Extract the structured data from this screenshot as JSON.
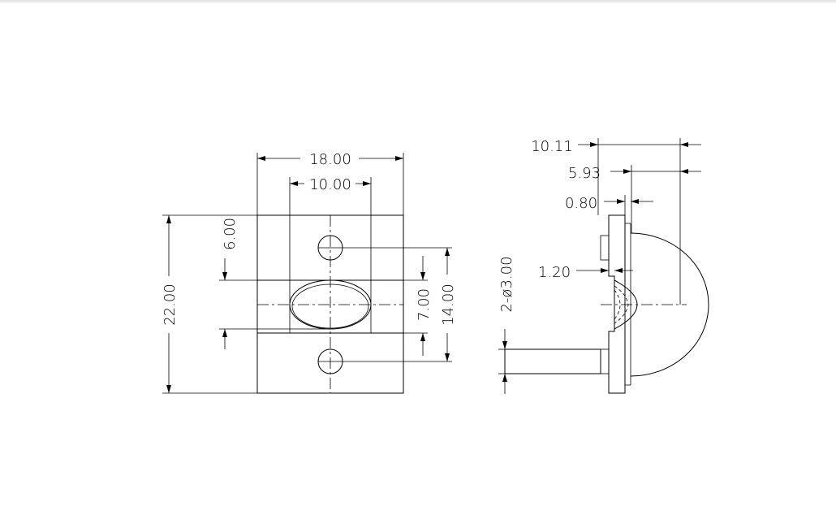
{
  "drawing": {
    "front_view": {
      "width": "18.00",
      "lens_width": "10.00",
      "height": "22.00",
      "hole_offset": "6.00",
      "lens_height": "7.00",
      "hole_spacing": "14.00"
    },
    "side_view": {
      "overall_depth": "10.11",
      "dome_depth": "5.93",
      "plate_thickness": "0.80",
      "lens_height": "1.20",
      "holes": "2-ø3.00"
    }
  }
}
